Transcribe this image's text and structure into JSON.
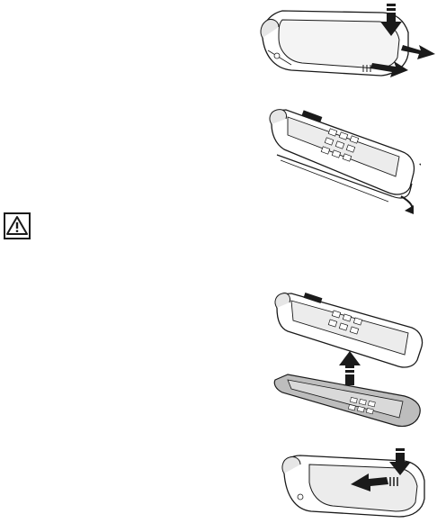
{
  "page": {
    "background": "#ffffff",
    "line_color": "#1a1a1a",
    "shade_color": "#d9d9d9",
    "cover_color": "#bdbdbd"
  },
  "illustrations": {
    "step1": {
      "icon": "phone-back-press-slide"
    },
    "step2": {
      "icon": "phone-cover-lift-rotate"
    },
    "step3": {
      "icon": "phone-cover-removed-exploded"
    },
    "step4": {
      "icon": "phone-back-cover-slide-on"
    }
  },
  "warning": {
    "icon": "warning-triangle-icon"
  }
}
